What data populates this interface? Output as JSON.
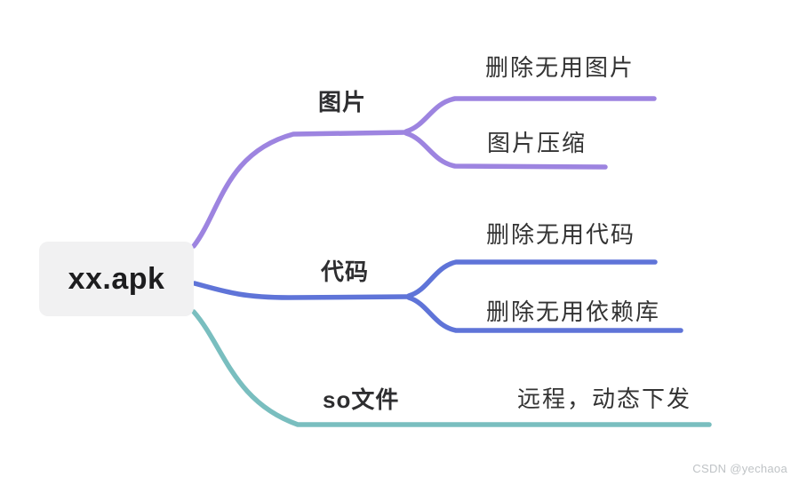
{
  "root": {
    "label": "xx.apk"
  },
  "branches": [
    {
      "label": "图片",
      "color": "#9d84e0",
      "children": [
        {
          "label": "删除无用图片"
        },
        {
          "label": "图片压缩"
        }
      ]
    },
    {
      "label": "代码",
      "color": "#5f74d8",
      "children": [
        {
          "label": "删除无用代码"
        },
        {
          "label": "删除无用依赖库"
        }
      ]
    },
    {
      "label": "so文件",
      "color": "#79bebf",
      "children": [
        {
          "label": "远程，动态下发"
        }
      ]
    }
  ],
  "watermark": "CSDN @yechaoa",
  "colors": {
    "background": "#ffffff",
    "root_node_bg": "#f1f1f2",
    "root_text": "#1d1d1f",
    "label_text": "#2e2e30",
    "watermark_text": "#bfc3c6"
  }
}
